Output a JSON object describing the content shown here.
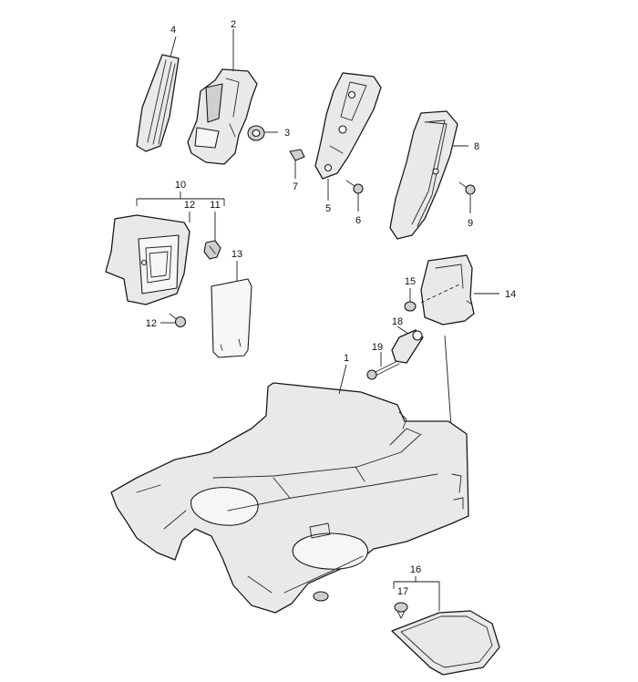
{
  "callouts": {
    "c1": "1",
    "c2": "2",
    "c3": "3",
    "c4": "4",
    "c5": "5",
    "c6": "6",
    "c7": "7",
    "c8": "8",
    "c9": "9",
    "c10": "10",
    "c11": "11",
    "c12_group": "12",
    "c12": "12",
    "c13": "13",
    "c14": "14",
    "c15": "15",
    "c16": "16",
    "c17": "17",
    "c18": "18",
    "c19": "19"
  },
  "colors": {
    "line": "#1a1a1a",
    "part_fill": "#e9e9e9",
    "background": "#ffffff"
  }
}
